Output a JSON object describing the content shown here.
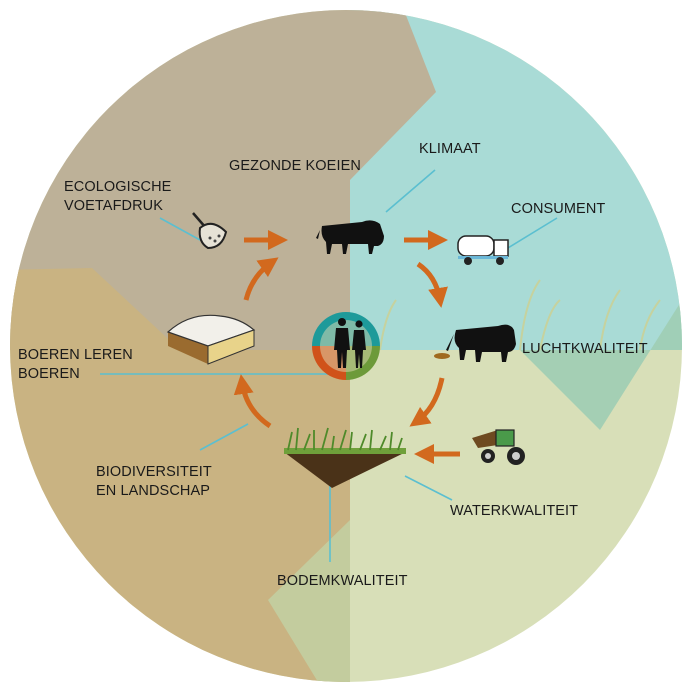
{
  "labels": {
    "ecologische_voetafdruk": [
      "ECOLOGISCHE",
      "VOETAFDRUK"
    ],
    "gezonde_koeien": "GEZONDE KOEIEN",
    "klimaat": "KLIMAAT",
    "consument": "CONSUMENT",
    "luchtkwaliteit": "LUCHTKWALITEIT",
    "boeren_leren_boeren": [
      "BOEREN LEREN",
      "BOEREN"
    ],
    "biodiversiteit_en_landschap": [
      "BIODIVERSITEIT",
      "EN LANDSCHAP"
    ],
    "waterkwaliteit": "WATERKWALITEIT",
    "bodemkwaliteit": "BODEMKWALITEIT"
  },
  "icons": [
    "feed-scoop-icon",
    "cow-icon",
    "milk-truck-icon",
    "cow-with-manure-icon",
    "cheese-icon",
    "farmers-icon",
    "grass-soil-icon",
    "manure-tractor-icon"
  ],
  "colors": {
    "top_left_quadrant": "#bdb198",
    "top_right_quadrant": "#a9dbd6",
    "bottom_left_quadrant": "#c9b382",
    "bottom_right_quadrant": "#d8dfb8",
    "arrows": "#d2691e",
    "leader_lines": "#5bbfd0",
    "center_segments": [
      "#1e9a9a",
      "#d0521a",
      "#6d9a3a",
      "#e0d9b4"
    ]
  }
}
